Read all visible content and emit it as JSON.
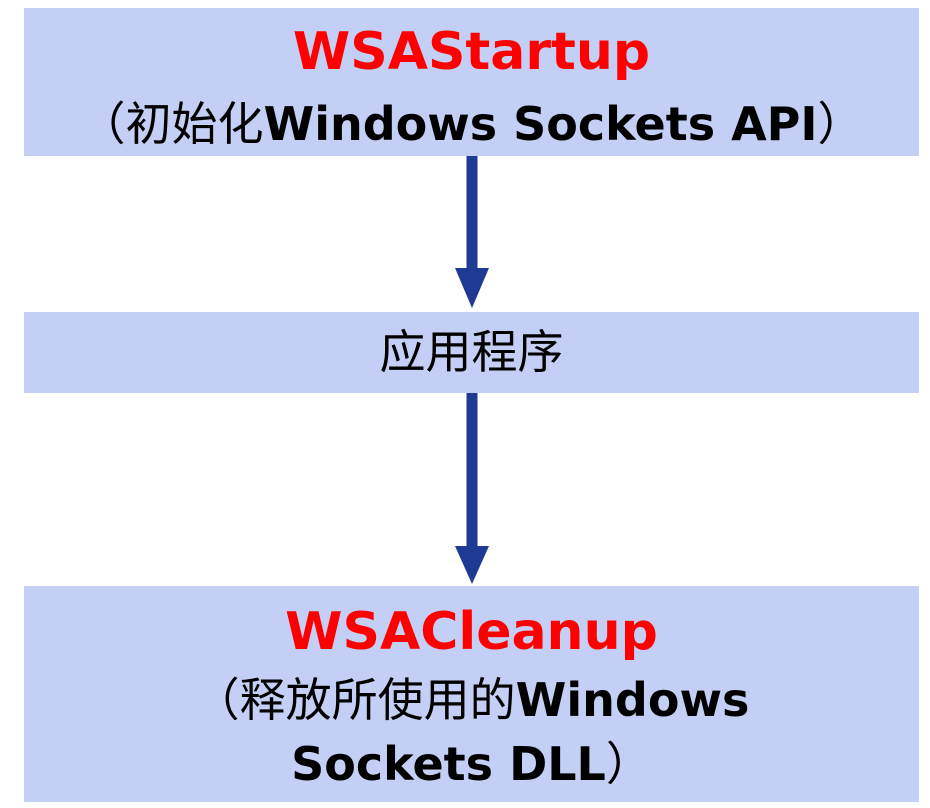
{
  "colors": {
    "box_fill": "#c3cff5",
    "title_red": "#ff0000",
    "arrow_blue": "#1f3a93"
  },
  "steps": [
    {
      "title": "WSAStartup",
      "open_paren": "（",
      "desc_cn": "初始化",
      "desc_en": "Windows Sockets API",
      "close_paren": "）"
    },
    {
      "text": "应用程序"
    },
    {
      "title": "WSACleanup",
      "open_paren": "（",
      "desc_cn": "释放所使用的",
      "desc_en_1": "Windows",
      "desc_en_2": "Sockets DLL",
      "close_paren": "）"
    }
  ]
}
